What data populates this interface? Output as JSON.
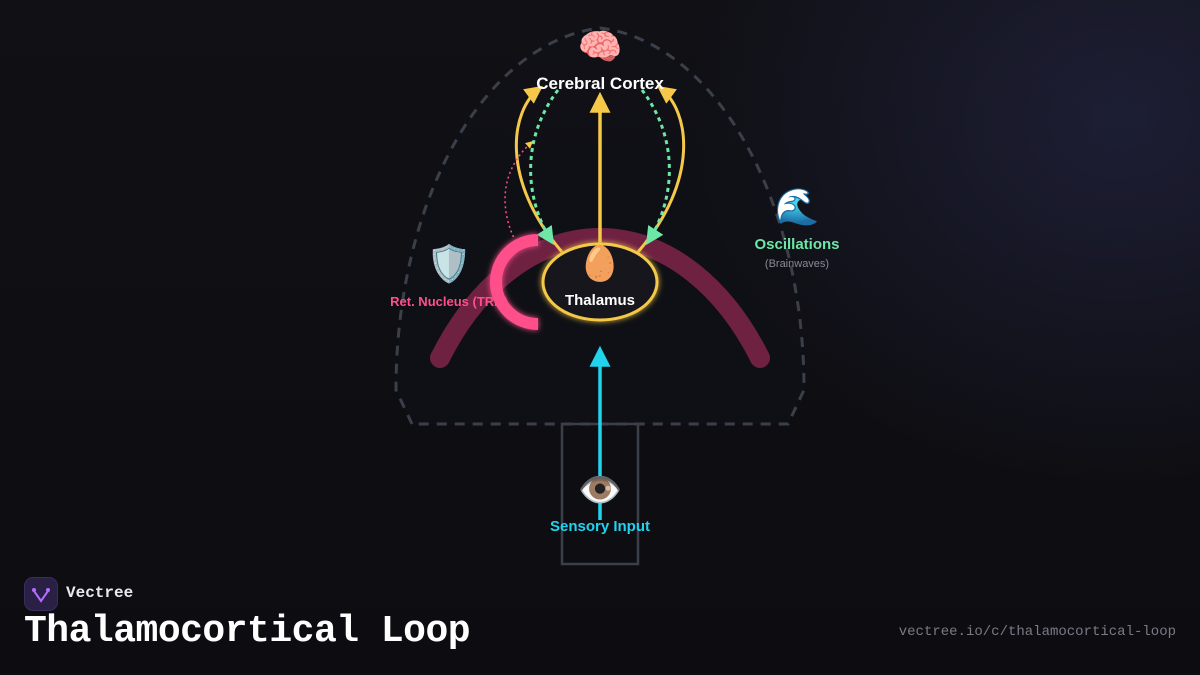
{
  "nodes": {
    "cortex": {
      "label": "Cerebral Cortex",
      "icon": "brain-icon",
      "glyph": "🧠"
    },
    "thalamus": {
      "label": "Thalamus",
      "icon": "egg-icon",
      "glyph": "🥚"
    },
    "trn": {
      "label": "Ret. Nucleus (TRN)",
      "icon": "shield-icon",
      "glyph": "🛡️"
    },
    "oscillations": {
      "label": "Oscillations",
      "sublabel": "(Brainwaves)",
      "icon": "wave-icon",
      "glyph": "🌊"
    },
    "sensory": {
      "label": "Sensory Input",
      "icon": "eye-icon",
      "glyph": "👁️"
    }
  },
  "colors": {
    "cortex_label": "#ffffff",
    "thalamus_fill": "#15151c",
    "thalamus_ring": "#f5c84a",
    "trn": "#ff4f8b",
    "oscillations": "#6ee7a6",
    "sensory": "#22d3ee",
    "arc": "#7a2347",
    "dashed_outline": "#3a3f4a",
    "yellow_arrow": "#f5c84a",
    "green_arrow": "#6ee7a6"
  },
  "footer": {
    "brand": "Vectree",
    "logo_icon": "vectree-logo-icon",
    "title": "Thalamocortical Loop",
    "url": "vectree.io/c/thalamocortical-loop"
  }
}
